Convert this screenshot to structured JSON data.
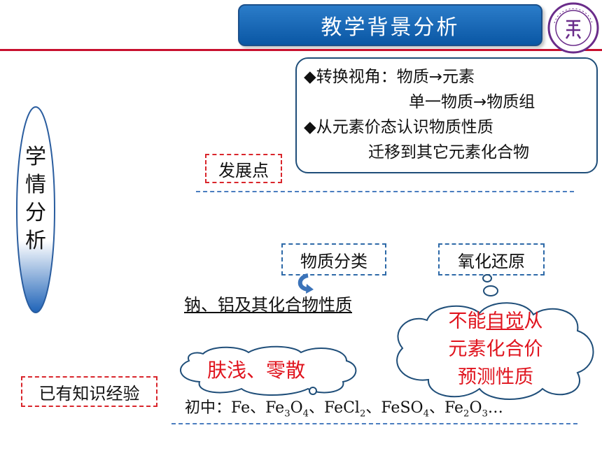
{
  "header": {
    "title": "教学背景分析",
    "logo_icon": "tsinghua-seal-icon",
    "accent": "#c8102e",
    "title_bg": "#0a57a4"
  },
  "side_label": [
    "学",
    "情",
    "分",
    "析"
  ],
  "development": {
    "label": "发展点",
    "points": [
      "◆转换视角：物质→元素",
      "单一物质→物质组",
      "◆从元素价态认识物质性质",
      "迁移到其它元素化合物"
    ]
  },
  "middle": {
    "box1": "物质分类",
    "box2": "氧化还原",
    "knowledge": "钠、铝及其化合物性质"
  },
  "clouds": {
    "left": "肤浅、零散",
    "right": [
      "不能",
      "自觉",
      "从",
      "元素化合价",
      "预测性质"
    ]
  },
  "experience": {
    "label": "已有知识经验",
    "prefix": "初中：",
    "formulas": "Fe、Fe3O4、FeCl2、FeSO4、Fe2O3…"
  }
}
